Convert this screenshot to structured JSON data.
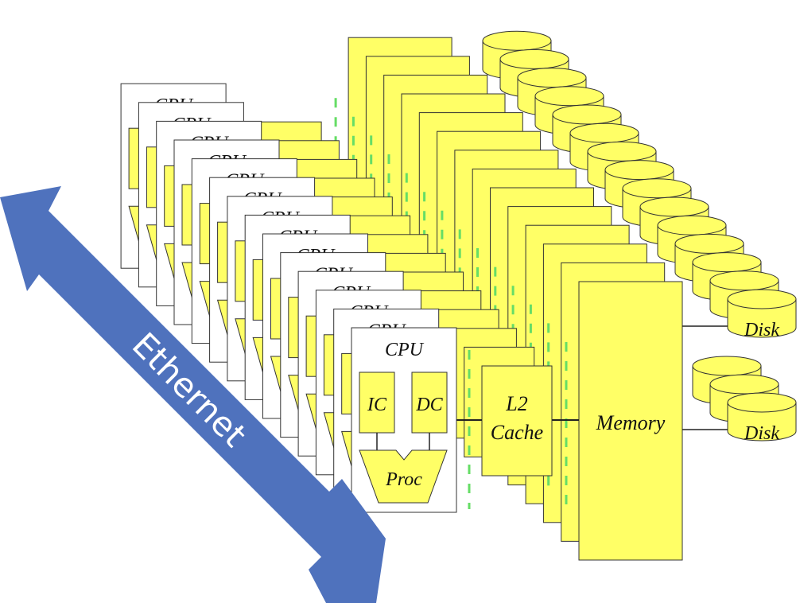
{
  "diagram": {
    "ethernet_label": "Ethernet",
    "cpu_label": "CPU",
    "ic_label": "IC",
    "dc_label": "DC",
    "proc_label": "Proc",
    "l2_label_line1": "L2",
    "l2_label_line2": "Cache",
    "memory_label": "Memory",
    "disk_label": "Disk",
    "stack_depth": 14,
    "disk_count": 15,
    "colors": {
      "component_fill": "#ffff66",
      "component_stroke": "#333333",
      "node_fill": "#ffffff",
      "arrow_fill": "#4f72bd",
      "bus_dash": "#66dd66"
    }
  }
}
